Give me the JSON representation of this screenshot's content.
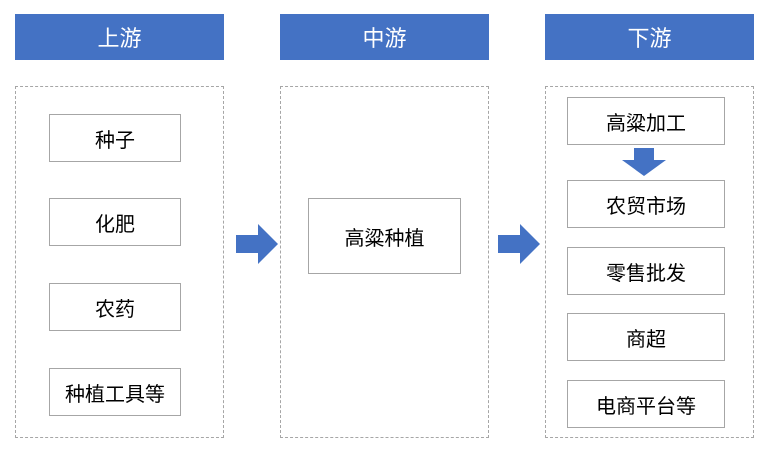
{
  "upstream": {
    "title": "上游",
    "items": [
      "种子",
      "化肥",
      "农药",
      "种植工具等"
    ]
  },
  "midstream": {
    "title": "中游",
    "items": [
      "高粱种植"
    ]
  },
  "downstream": {
    "title": "下游",
    "items": [
      "高粱加工",
      "农贸市场",
      "零售批发",
      "商超",
      "电商平台等"
    ]
  },
  "colors": {
    "header": "#4472c4",
    "arrow": "#4472c4",
    "border": "#a6a6a6"
  }
}
